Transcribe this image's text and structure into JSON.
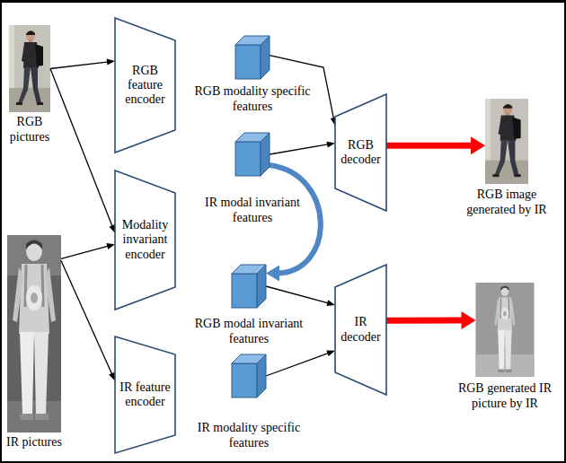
{
  "diagram": {
    "nodes": [
      {
        "text": [
          "RGB pictures"
        ]
      },
      {
        "text": [
          "IR pictures"
        ]
      },
      {
        "text": [
          "RGB feature encoder"
        ]
      },
      {
        "text": [
          "Modality invariant encoder"
        ]
      },
      {
        "text": [
          "IR feature encoder"
        ]
      },
      {
        "text": [
          "RGB modality specific features"
        ]
      },
      {
        "text": [
          "IR modal invariant features"
        ]
      },
      {
        "text": [
          "RGB modal invariant features"
        ]
      },
      {
        "text": [
          "IR modality specific features"
        ]
      },
      {
        "text": [
          "RGB decoder"
        ]
      },
      {
        "text": [
          "IR decoder"
        ]
      },
      {
        "text": [
          "RGB image generated by IR"
        ]
      },
      {
        "text": [
          "RGB generated IR picture by IR"
        ]
      }
    ],
    "edges": [
      {
        "from": 0,
        "to": 2,
        "arrow": "to"
      },
      {
        "from": 0,
        "to": 3,
        "arrow": "to"
      },
      {
        "from": 1,
        "to": 3,
        "arrow": "to"
      },
      {
        "from": 1,
        "to": 4,
        "arrow": "to"
      },
      {
        "from": 5,
        "to": 9,
        "arrow": "to"
      },
      {
        "from": 6,
        "to": 9,
        "arrow": "to"
      },
      {
        "from": 6,
        "to": 7,
        "arrow": "to"
      },
      {
        "from": 7,
        "to": 10,
        "arrow": "to"
      },
      {
        "from": 8,
        "to": 10,
        "arrow": "to"
      },
      {
        "from": 9,
        "to": 11,
        "arrow": "to"
      },
      {
        "from": 10,
        "to": 12,
        "arrow": "to"
      }
    ]
  }
}
